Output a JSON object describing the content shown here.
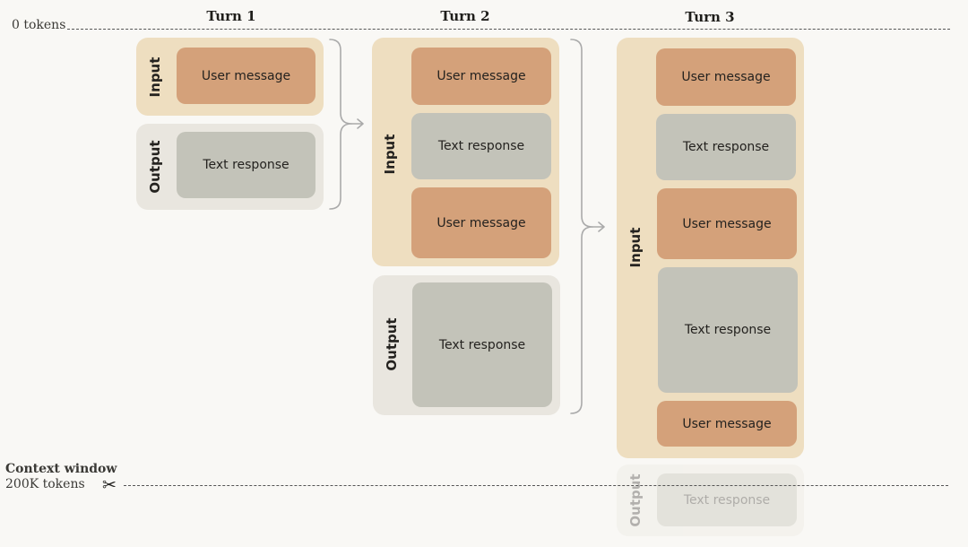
{
  "top_line_label": "0 tokens",
  "context": {
    "title": "Context window",
    "limit": "200K tokens",
    "cut_icon": "scissors-icon"
  },
  "turns": [
    {
      "title": "Turn 1",
      "input": {
        "label": "Input",
        "items": [
          "User message"
        ]
      },
      "output": {
        "label": "Output",
        "items": [
          "Text response"
        ]
      }
    },
    {
      "title": "Turn 2",
      "input": {
        "label": "Input",
        "items": [
          "User message",
          "Text response",
          "User message"
        ]
      },
      "output": {
        "label": "Output",
        "items": [
          "Text response"
        ]
      }
    },
    {
      "title": "Turn 3",
      "input": {
        "label": "Input",
        "items": [
          "User message",
          "Text response",
          "User message",
          "Text response",
          "User message"
        ]
      },
      "output": {
        "label": "Output",
        "items": [
          "Text response"
        ]
      }
    }
  ],
  "colors": {
    "background": "#f9f8f5",
    "input_group": "#eedec0",
    "output_group": "#e9e6df",
    "user_message": "#d4a17a",
    "text_response": "#c3c3b9",
    "arrow": "#aaaaaa"
  }
}
